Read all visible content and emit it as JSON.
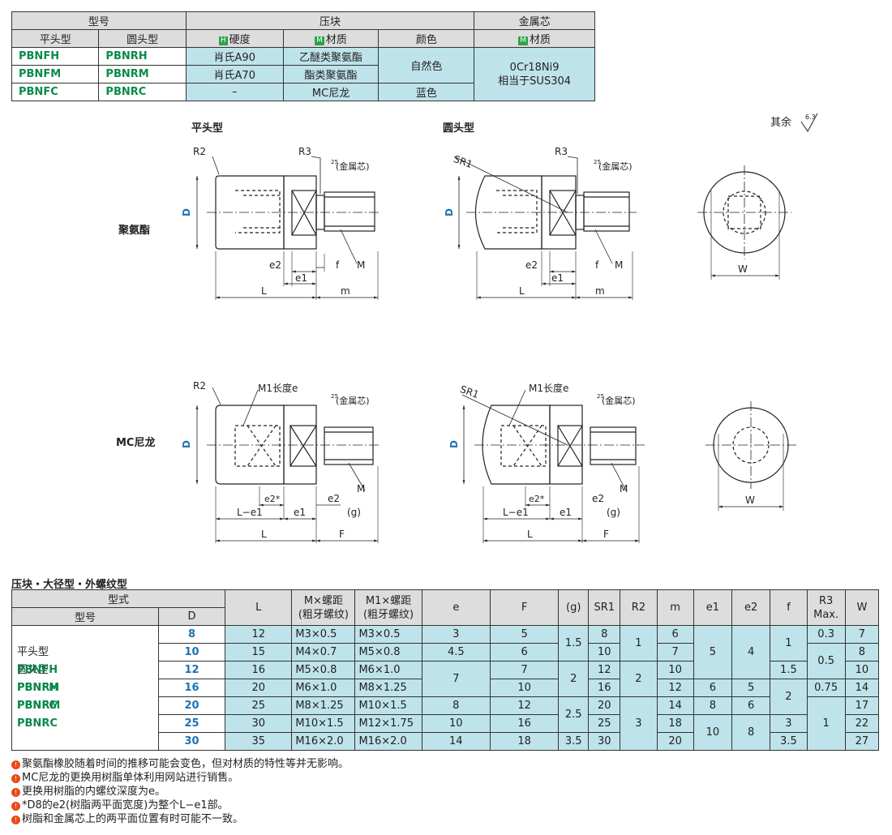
{
  "material_table": {
    "group_headers": [
      "型号",
      "压块",
      "金属芯"
    ],
    "sub_headers": {
      "flat": "平头型",
      "round": "圆头型",
      "hardness": "硬度",
      "material": "材质",
      "color": "颜色",
      "core_material": "材质",
      "tag_h": "H",
      "tag_m": "M"
    },
    "rows": [
      {
        "flat": "PBNFH",
        "round": "PBNRH",
        "hardness": "肖氏A90",
        "material": "乙醚类聚氨酯"
      },
      {
        "flat": "PBNFM",
        "round": "PBNRM",
        "hardness": "肖氏A70",
        "material": "酯类聚氨酯"
      },
      {
        "flat": "PBNFC",
        "round": "PBNRC",
        "hardness": "–",
        "material": "MC尼龙",
        "color": "蓝色"
      }
    ],
    "shared_color": "自然色",
    "core_line1": "0Cr18Ni9",
    "core_line2": "相当于SUS304"
  },
  "drawings": {
    "flat_title": "平头型",
    "round_title": "圆头型",
    "other_finish": "其余",
    "finish_63": "6.3",
    "finish_25": "25",
    "label_pu": "聚氨酯",
    "label_mc": "MC尼龙",
    "core_note": "(金属芯)",
    "m1_note": "M1长度e",
    "dim": {
      "D": "D",
      "L": "L",
      "m": "m",
      "f": "f",
      "M": "M",
      "e1": "e1",
      "e2": "e2",
      "e2star": "e2*",
      "R2": "R2",
      "R3": "R3",
      "SR1": "SR1",
      "W": "W",
      "F": "F",
      "g": "(g)",
      "Le1": "L−e1"
    }
  },
  "spec_table": {
    "title": "压块・大径型・外螺纹型",
    "headers": {
      "type_group": "型式",
      "model": "型号",
      "D": "D",
      "L": "L",
      "M1": "M×螺距",
      "M2": "(粗牙螺纹)",
      "MM1": "M1×螺距",
      "MM2": "(粗牙螺纹)",
      "e": "e",
      "F": "F",
      "g": "(g)",
      "SR1": "SR1",
      "R2": "R2",
      "m": "m",
      "e1": "e1",
      "e2": "e2",
      "f": "f",
      "R3": "R3",
      "R3max": "Max.",
      "W": "W"
    },
    "model_labels": {
      "flat": "平头型",
      "round": "圆头型",
      "flat_models": [
        "PBNFH",
        "PBNFM",
        "PBNFC"
      ],
      "round_models": [
        "PBNRH",
        "PBNRM",
        "PBNRC"
      ]
    },
    "D": [
      "8",
      "10",
      "12",
      "16",
      "20",
      "25",
      "30"
    ],
    "L": [
      "12",
      "15",
      "16",
      "20",
      "25",
      "30",
      "35"
    ],
    "M": [
      "M3×0.5",
      "M4×0.7",
      "M5×0.8",
      "M6×1.0",
      "M8×1.25",
      "M10×1.5",
      "M16×2.0"
    ],
    "M1": [
      "M3×0.5",
      "M5×0.8",
      "M6×1.0",
      "M8×1.25",
      "M10×1.5",
      "M12×1.75",
      "M16×2.0"
    ],
    "e": [
      "3",
      "4.5",
      "7",
      "8",
      "10",
      "14"
    ],
    "F": [
      "5",
      "6",
      "7",
      "10",
      "12",
      "16",
      "18"
    ],
    "g": [
      "1.5",
      "2",
      "2.5",
      "3.5"
    ],
    "SR1": [
      "8",
      "10",
      "12",
      "16",
      "20",
      "25",
      "30"
    ],
    "R2": [
      "1",
      "2",
      "3"
    ],
    "m": [
      "6",
      "7",
      "10",
      "12",
      "14",
      "18",
      "20"
    ],
    "e1": [
      "5",
      "6",
      "8",
      "10"
    ],
    "e2": [
      "4",
      "5",
      "6",
      "8"
    ],
    "f": [
      "1",
      "1.5",
      "2",
      "3",
      "3.5"
    ],
    "R3": [
      "0.3",
      "0.5",
      "0.75",
      "1"
    ],
    "W": [
      "7",
      "8",
      "10",
      "14",
      "17",
      "22",
      "27"
    ]
  },
  "notes": [
    "聚氨酯橡胶随着时间的推移可能会变色，但对材质的特性等并无影响。",
    "MC尼龙的更换用树脂单体利用网站进行销售。",
    "更换用树脂的内螺纹深度为e。",
    "*D8的e2(树脂两平面宽度)为整个L−e1部。",
    "树脂和金属芯上的两平面位置有时可能不一致。"
  ]
}
